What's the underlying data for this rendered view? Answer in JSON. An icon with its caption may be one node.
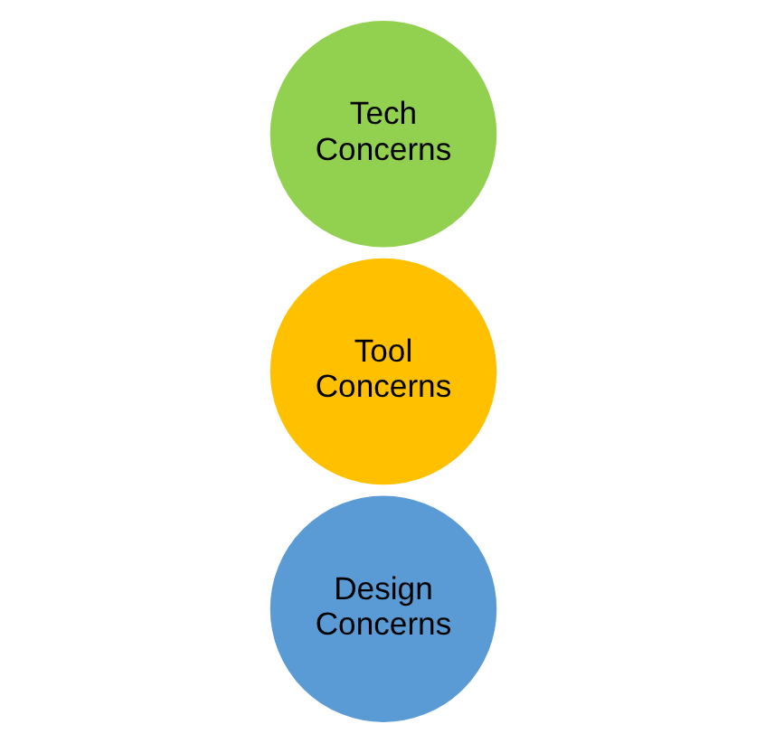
{
  "diagram": {
    "nodes": [
      {
        "text": [
          "Design Concerns"
        ]
      },
      {
        "text": [
          "Tool Concerns"
        ]
      },
      {
        "text": [
          "Tech Concerns"
        ]
      }
    ]
  }
}
